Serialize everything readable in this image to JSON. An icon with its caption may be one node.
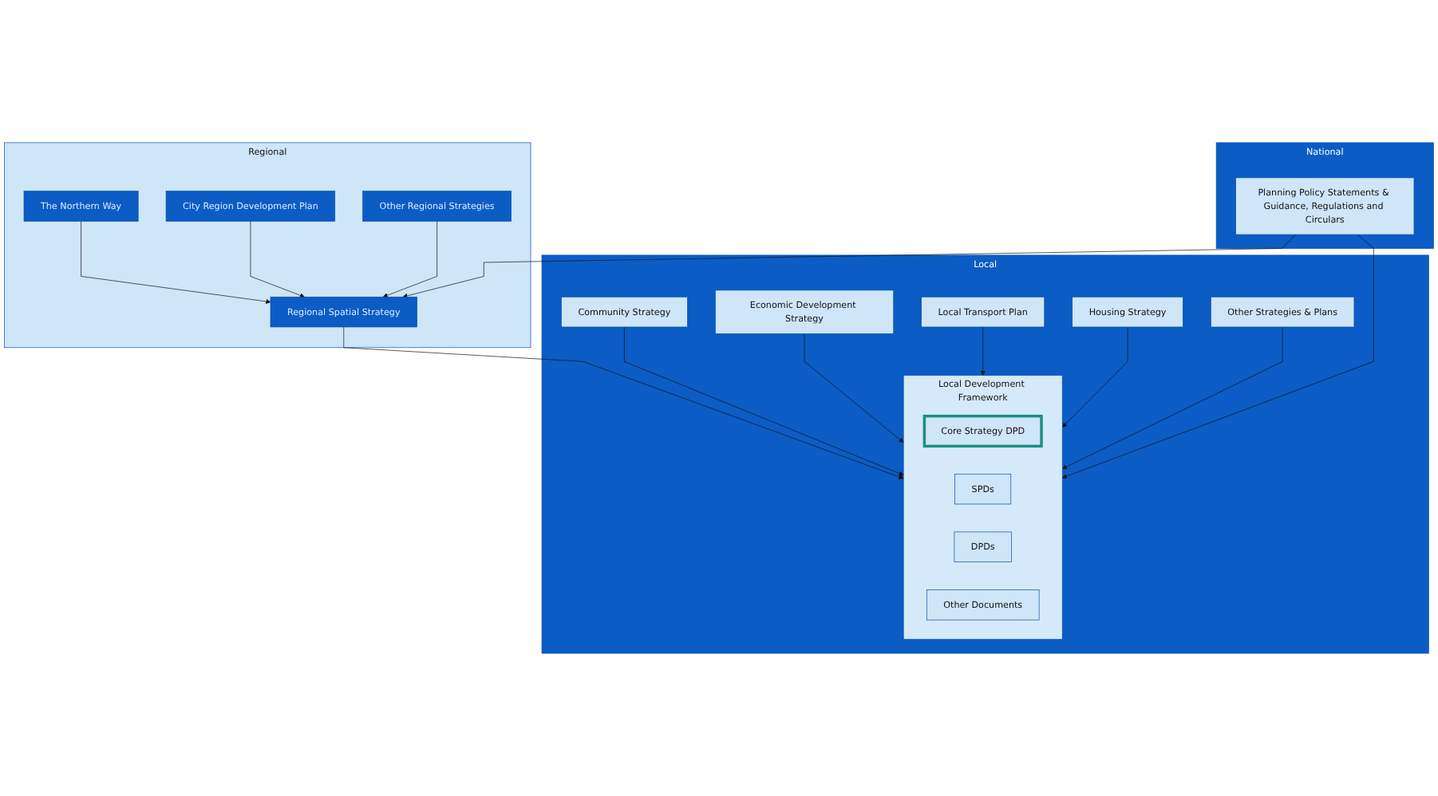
{
  "diagram": {
    "nodes": [
      {
        "text": [
          "National"
        ]
      },
      {
        "text": [
          "Planning Policy Statements & Guidance, Regulations and Circulars"
        ],
        "in": 0
      },
      {
        "text": [
          "Regional"
        ]
      },
      {
        "text": [
          "The Northern Way"
        ],
        "in": 2
      },
      {
        "text": [
          "City Region Development Plan"
        ],
        "in": 2
      },
      {
        "text": [
          "Other Regional Strategies"
        ],
        "in": 2
      },
      {
        "text": [
          "Regional Spatial Strategy"
        ],
        "in": 2
      },
      {
        "text": [
          "Local"
        ]
      },
      {
        "text": [
          "Community Strategy"
        ],
        "in": 7
      },
      {
        "text": [
          "Economic Development Strategy"
        ],
        "in": 7
      },
      {
        "text": [
          "Local Transport Plan"
        ],
        "in": 7
      },
      {
        "text": [
          "Housing Strategy"
        ],
        "in": 7
      },
      {
        "text": [
          "Other Strategies & Plans"
        ],
        "in": 7
      },
      {
        "text": [
          "Local Development Framework"
        ],
        "in": 7
      },
      {
        "text": [
          "Core Strategy DPD"
        ],
        "in": 13
      },
      {
        "text": [
          "SPDs"
        ],
        "in": 13
      },
      {
        "text": [
          "DPDs"
        ],
        "in": 13
      },
      {
        "text": [
          "Other Documents"
        ],
        "in": 13
      }
    ],
    "edges": [
      {
        "from": 1,
        "to": 6,
        "arrow": "to"
      },
      {
        "from": 1,
        "to": 13,
        "arrow": "to"
      },
      {
        "from": 3,
        "to": 6,
        "arrow": "to"
      },
      {
        "from": 4,
        "to": 6,
        "arrow": "to"
      },
      {
        "from": 5,
        "to": 6,
        "arrow": "to"
      },
      {
        "from": 6,
        "to": 13,
        "arrow": "to"
      },
      {
        "from": 8,
        "to": 13,
        "arrow": "to"
      },
      {
        "from": 9,
        "to": 13,
        "arrow": "to"
      },
      {
        "from": 10,
        "to": 13,
        "arrow": "to"
      },
      {
        "from": 11,
        "to": 13,
        "arrow": "to"
      },
      {
        "from": 12,
        "to": 13,
        "arrow": "to"
      }
    ]
  }
}
